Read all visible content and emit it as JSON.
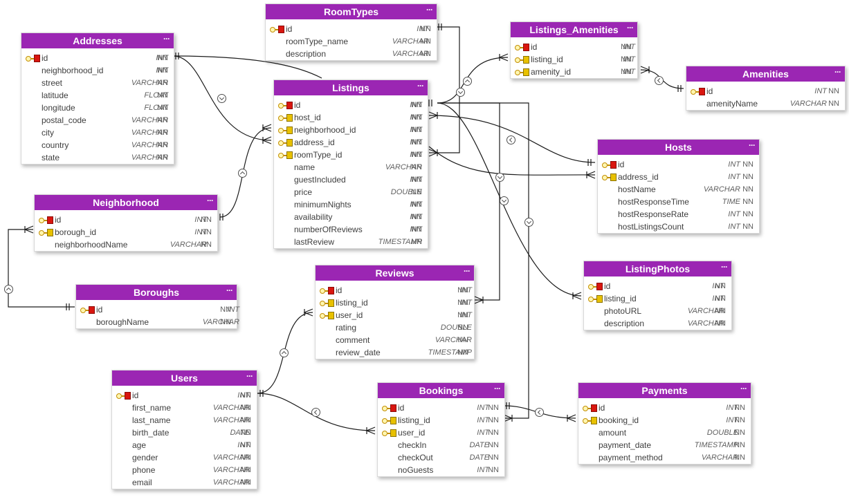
{
  "diagram": {
    "entities": [
      {
        "name": "RoomTypes",
        "fields": [
          {
            "name": "id",
            "type": "INT",
            "null": "NN",
            "key": "pk"
          },
          {
            "name": "roomType_name",
            "type": "VARCHAR",
            "null": "NN",
            "key": ""
          },
          {
            "name": "description",
            "type": "VARCHAR",
            "null": "NN",
            "key": ""
          }
        ]
      },
      {
        "name": "Listings_Amenities",
        "fields": [
          {
            "name": "id",
            "type": "INT",
            "null": "NN",
            "key": "pk"
          },
          {
            "name": "listing_id",
            "type": "INT",
            "null": "NN",
            "key": "fk"
          },
          {
            "name": "amenity_id",
            "type": "INT",
            "null": "NN",
            "key": "fk"
          }
        ]
      },
      {
        "name": "Amenities",
        "fields": [
          {
            "name": "id",
            "type": "INT",
            "null": "NN",
            "key": "pk"
          },
          {
            "name": "amenityName",
            "type": "VARCHAR",
            "null": "NN",
            "key": ""
          }
        ]
      },
      {
        "name": "Addresses",
        "fields": [
          {
            "name": "id",
            "type": "INT",
            "null": "NN",
            "key": "pk"
          },
          {
            "name": "neighborhood_id",
            "type": "INT",
            "null": "NN",
            "key": ""
          },
          {
            "name": "street",
            "type": "VARCHAR",
            "null": "NN",
            "key": ""
          },
          {
            "name": "latitude",
            "type": "FLOAT",
            "null": "NN",
            "key": ""
          },
          {
            "name": "longitude",
            "type": "FLOAT",
            "null": "NN",
            "key": ""
          },
          {
            "name": "postal_code",
            "type": "VARCHAR",
            "null": "NN",
            "key": ""
          },
          {
            "name": "city",
            "type": "VARCHAR",
            "null": "NN",
            "key": ""
          },
          {
            "name": "country",
            "type": "VARCHAR",
            "null": "NN",
            "key": ""
          },
          {
            "name": "state",
            "type": "VARCHAR",
            "null": "NN",
            "key": ""
          }
        ]
      },
      {
        "name": "Listings",
        "fields": [
          {
            "name": "id",
            "type": "INT",
            "null": "NN",
            "key": "pk"
          },
          {
            "name": "host_id",
            "type": "INT",
            "null": "NN",
            "key": "fk"
          },
          {
            "name": "neighborhood_id",
            "type": "INT",
            "null": "NN",
            "key": "fk"
          },
          {
            "name": "address_id",
            "type": "INT",
            "null": "NN",
            "key": "fk"
          },
          {
            "name": "roomType_id",
            "type": "INT",
            "null": "NN",
            "key": "fk"
          },
          {
            "name": "name",
            "type": "VARCHAR",
            "null": "NN",
            "key": ""
          },
          {
            "name": "guestIncluded",
            "type": "INT",
            "null": "NN",
            "key": ""
          },
          {
            "name": "price",
            "type": "DOUBLE",
            "null": "NN",
            "key": ""
          },
          {
            "name": "minimumNights",
            "type": "INT",
            "null": "NN",
            "key": ""
          },
          {
            "name": "availability",
            "type": "INT",
            "null": "NN",
            "key": ""
          },
          {
            "name": "numberOfReviews",
            "type": "INT",
            "null": "NN",
            "key": ""
          },
          {
            "name": "lastReview",
            "type": "TIMESTAMP",
            "null": "NN",
            "key": ""
          }
        ]
      },
      {
        "name": "Hosts",
        "fields": [
          {
            "name": "id",
            "type": "INT",
            "null": "NN",
            "key": "pk"
          },
          {
            "name": "address_id",
            "type": "INT",
            "null": "NN",
            "key": "fk"
          },
          {
            "name": "hostName",
            "type": "VARCHAR",
            "null": "NN",
            "key": ""
          },
          {
            "name": "hostResponseTime",
            "type": "TIME",
            "null": "NN",
            "key": ""
          },
          {
            "name": "hostResponseRate",
            "type": "INT",
            "null": "NN",
            "key": ""
          },
          {
            "name": "hostListingsCount",
            "type": "INT",
            "null": "NN",
            "key": ""
          }
        ]
      },
      {
        "name": "Neighborhood",
        "fields": [
          {
            "name": "id",
            "type": "INT",
            "null": "NN",
            "key": "pk"
          },
          {
            "name": "borough_id",
            "type": "INT",
            "null": "NN",
            "key": "fk"
          },
          {
            "name": "neighborhoodName",
            "type": "VARCHAR",
            "null": "NN",
            "key": ""
          }
        ]
      },
      {
        "name": "Boroughs",
        "fields": [
          {
            "name": "id",
            "type": "INT",
            "null": "NN",
            "key": "pk"
          },
          {
            "name": "boroughName",
            "type": "VARCHAR",
            "null": "NN",
            "key": ""
          }
        ]
      },
      {
        "name": "ListingPhotos",
        "fields": [
          {
            "name": "id",
            "type": "INT",
            "null": "NN",
            "key": "pk"
          },
          {
            "name": "listing_id",
            "type": "INT",
            "null": "NN",
            "key": "fk"
          },
          {
            "name": "photoURL",
            "type": "VARCHAR",
            "null": "NN",
            "key": ""
          },
          {
            "name": "description",
            "type": "VARCHAR",
            "null": "NN",
            "key": ""
          }
        ]
      },
      {
        "name": "Reviews",
        "fields": [
          {
            "name": "id",
            "type": "INT",
            "null": "NN",
            "key": "pk"
          },
          {
            "name": "listing_id",
            "type": "INT",
            "null": "NN",
            "key": "fk"
          },
          {
            "name": "user_id",
            "type": "INT",
            "null": "NN",
            "key": "fk"
          },
          {
            "name": "rating",
            "type": "DOUBLE",
            "null": "NN",
            "key": ""
          },
          {
            "name": "comment",
            "type": "VARCHAR",
            "null": "NN",
            "key": ""
          },
          {
            "name": "review_date",
            "type": "TIMESTAMP",
            "null": "NN",
            "key": ""
          }
        ]
      },
      {
        "name": "Users",
        "fields": [
          {
            "name": "id",
            "type": "INT",
            "null": "NN",
            "key": "pk"
          },
          {
            "name": "first_name",
            "type": "VARCHAR",
            "null": "NN",
            "key": ""
          },
          {
            "name": "last_name",
            "type": "VARCHAR",
            "null": "NN",
            "key": ""
          },
          {
            "name": "birth_date",
            "type": "DATE",
            "null": "NN",
            "key": ""
          },
          {
            "name": "age",
            "type": "INT",
            "null": "NN",
            "key": ""
          },
          {
            "name": "gender",
            "type": "VARCHAR",
            "null": "NN",
            "key": ""
          },
          {
            "name": "phone",
            "type": "VARCHAR",
            "null": "NN",
            "key": ""
          },
          {
            "name": "email",
            "type": "VARCHAR",
            "null": "NN",
            "key": ""
          }
        ]
      },
      {
        "name": "Bookings",
        "fields": [
          {
            "name": "id",
            "type": "INT",
            "null": "NN",
            "key": "pk"
          },
          {
            "name": "listing_id",
            "type": "INT",
            "null": "NN",
            "key": "fk"
          },
          {
            "name": "user_id",
            "type": "INT",
            "null": "NN",
            "key": "fk"
          },
          {
            "name": "checkIn",
            "type": "DATE",
            "null": "NN",
            "key": ""
          },
          {
            "name": "checkOut",
            "type": "DATE",
            "null": "NN",
            "key": ""
          },
          {
            "name": "noGuests",
            "type": "INT",
            "null": "NN",
            "key": ""
          }
        ]
      },
      {
        "name": "Payments",
        "fields": [
          {
            "name": "id",
            "type": "INT",
            "null": "NN",
            "key": "pk"
          },
          {
            "name": "booking_id",
            "type": "INT",
            "null": "NN",
            "key": "fk"
          },
          {
            "name": "amount",
            "type": "DOUBLE",
            "null": "NN",
            "key": ""
          },
          {
            "name": "payment_date",
            "type": "TIMESTAMP",
            "null": "NN",
            "key": ""
          },
          {
            "name": "payment_method",
            "type": "VARCHAR",
            "null": "NN",
            "key": ""
          }
        ]
      }
    ],
    "menu_glyph": "···",
    "colors": {
      "header": "#9b26b3",
      "line": "#1a1a1a",
      "pk_badge": "#d9160f",
      "fk_badge": "#e8c100",
      "key": "#c28d00"
    }
  }
}
